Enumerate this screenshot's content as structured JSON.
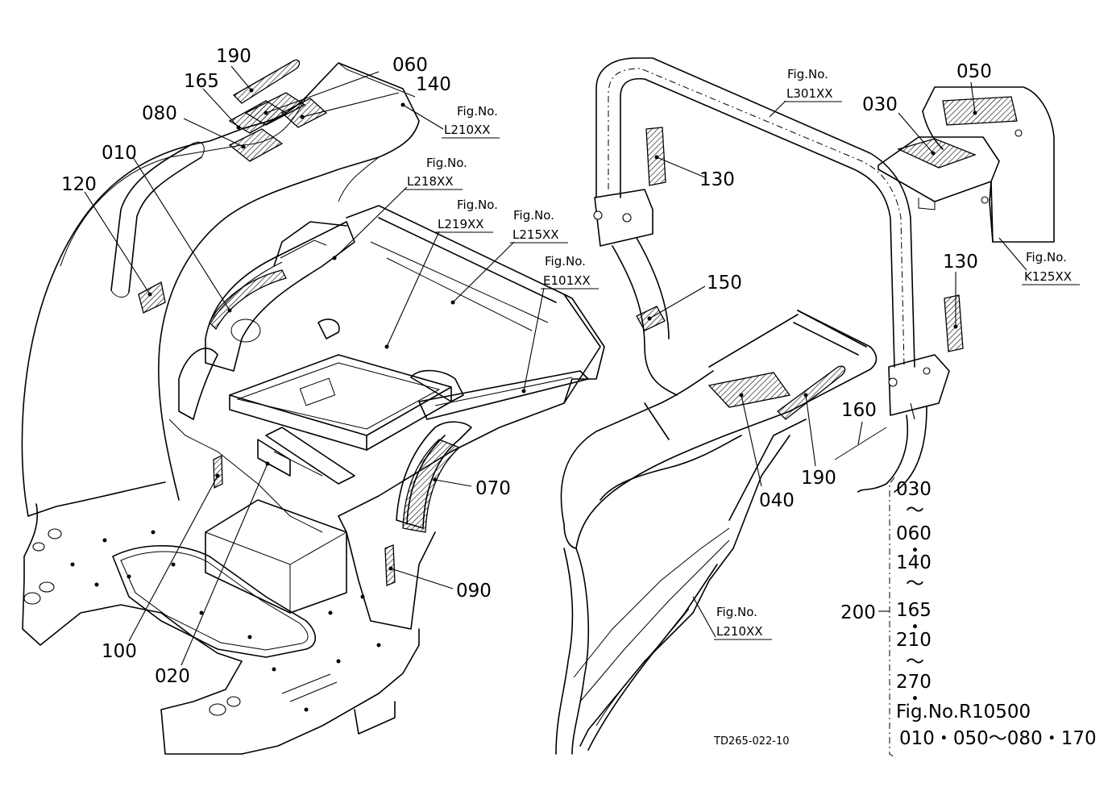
{
  "drawing_code": "TD265-022-10",
  "callouts": {
    "c190a": "190",
    "c165": "165",
    "c060": "060",
    "c140": "140",
    "c080": "080",
    "c010": "010",
    "c120": "120",
    "c100": "100",
    "c020": "020",
    "c070": "070",
    "c090": "090",
    "c130a": "130",
    "c130b": "130",
    "c150": "150",
    "c050": "050",
    "c030": "030",
    "c040": "040",
    "c190b": "190",
    "c160": "160",
    "c200": "200"
  },
  "fig_refs": [
    {
      "label": "Fig.No.",
      "code": "L210XX"
    },
    {
      "label": "Fig.No.",
      "code": "L218XX"
    },
    {
      "label": "Fig.No.",
      "code": "L219XX"
    },
    {
      "label": "Fig.No.",
      "code": "L215XX"
    },
    {
      "label": "Fig.No.",
      "code": "E101XX"
    },
    {
      "label": "Fig.No.",
      "code": "L301XX"
    },
    {
      "label": "Fig.No.",
      "code": "K125XX"
    },
    {
      "label": "Fig.No.",
      "code": "L210XX"
    }
  ],
  "group_200": {
    "items": [
      "030",
      "～",
      "060",
      "・",
      "140",
      "～",
      "165",
      "・",
      "210",
      "～",
      "270",
      "・"
    ],
    "fig_line": "Fig.No.R10500",
    "range_line": "010・050～080・170"
  }
}
